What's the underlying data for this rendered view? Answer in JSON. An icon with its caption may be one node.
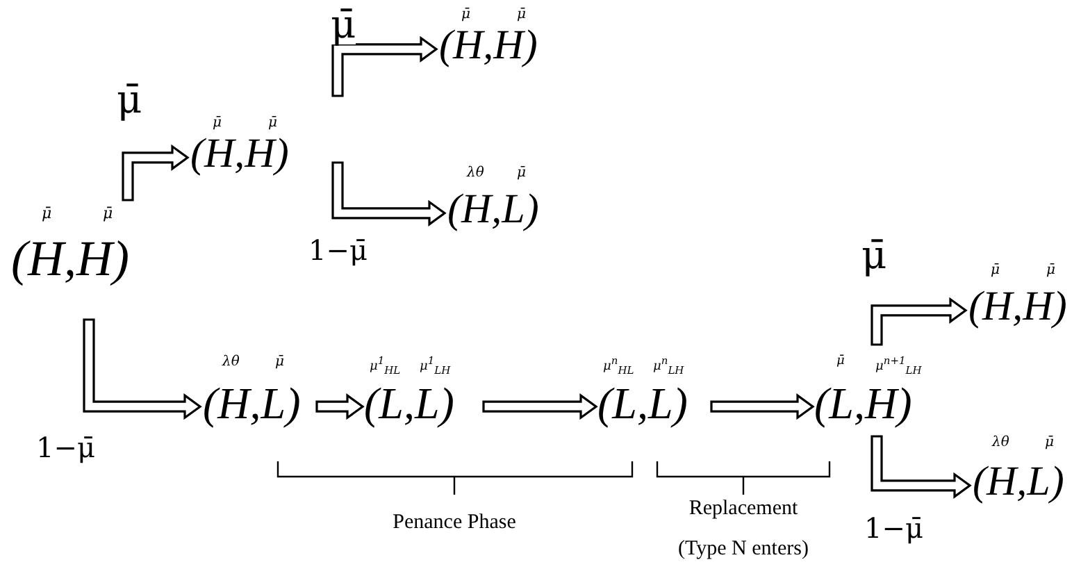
{
  "diagram": {
    "nodes": [
      {
        "text": [
          "μ̄",
          "μ̄",
          "(H,H)"
        ]
      },
      {
        "text": [
          "μ̄",
          "μ̄",
          "(H,H)"
        ]
      },
      {
        "text": [
          "μ̄",
          "μ̄",
          "(H,H)"
        ]
      },
      {
        "text": [
          "λθ",
          "μ̄",
          "(H,L)"
        ]
      },
      {
        "text": [
          "λθ",
          "μ̄",
          "(H,L)"
        ]
      },
      {
        "text": [
          "μ$^{1}$$_{HL}$",
          "μ$^{1}$$_{LH}$",
          "(L,L)"
        ]
      },
      {
        "text": [
          "μ$^{n}$$_{HL}$",
          "μ$^{n}$$_{LH}$",
          "(L,L)"
        ]
      },
      {
        "text": [
          "μ̄",
          "μ$^{n+1}$$_{LH}$",
          "(L,H)"
        ]
      },
      {
        "text": [
          "μ̄",
          "μ̄",
          "(H,H)"
        ]
      },
      {
        "text": [
          "λθ",
          "μ̄",
          "(H,L)"
        ]
      }
    ],
    "edges": [
      {
        "from": 0,
        "to": 1,
        "arrow": "to",
        "label": "μ̄"
      },
      {
        "from": 1,
        "to": 2,
        "arrow": "to",
        "label": "μ̄"
      },
      {
        "from": 1,
        "to": 3,
        "arrow": "to",
        "label": "1−μ̄"
      },
      {
        "from": 0,
        "to": 4,
        "arrow": "to",
        "label": "1−μ̄"
      },
      {
        "from": 4,
        "to": 5,
        "arrow": "to"
      },
      {
        "from": 5,
        "to": 6,
        "arrow": "to"
      },
      {
        "from": 6,
        "to": 7,
        "arrow": "to"
      },
      {
        "from": 7,
        "to": 8,
        "arrow": "to",
        "label": "μ̄"
      },
      {
        "from": 7,
        "to": 9,
        "arrow": "to",
        "label": "1−μ̄"
      }
    ],
    "labels": [
      "Penance Phase",
      "Replacement (Type N enters)"
    ]
  }
}
